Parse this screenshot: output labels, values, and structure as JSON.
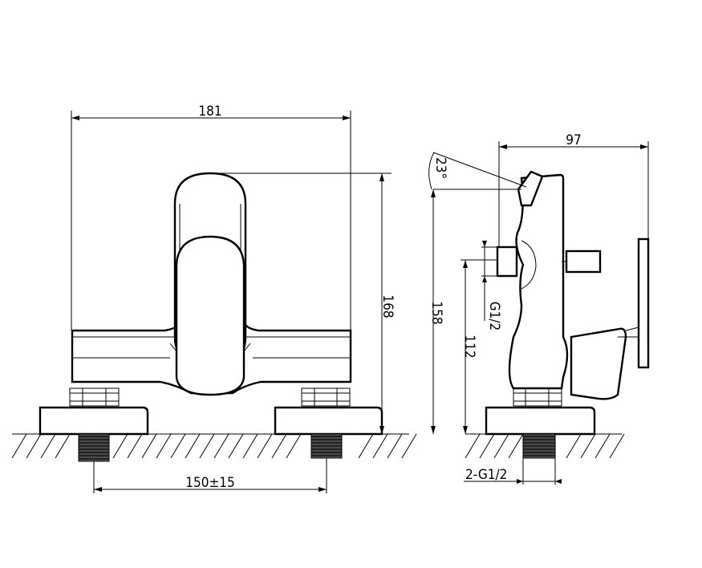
{
  "dimensions": {
    "width_top": "181",
    "height_front": "168",
    "spacing": "150±15",
    "depth_side": "97",
    "angle": "23°",
    "height_side": "158",
    "height_outlet": "112",
    "outlet_thread": "G1/2",
    "inlet_thread": "2-G1/2"
  }
}
